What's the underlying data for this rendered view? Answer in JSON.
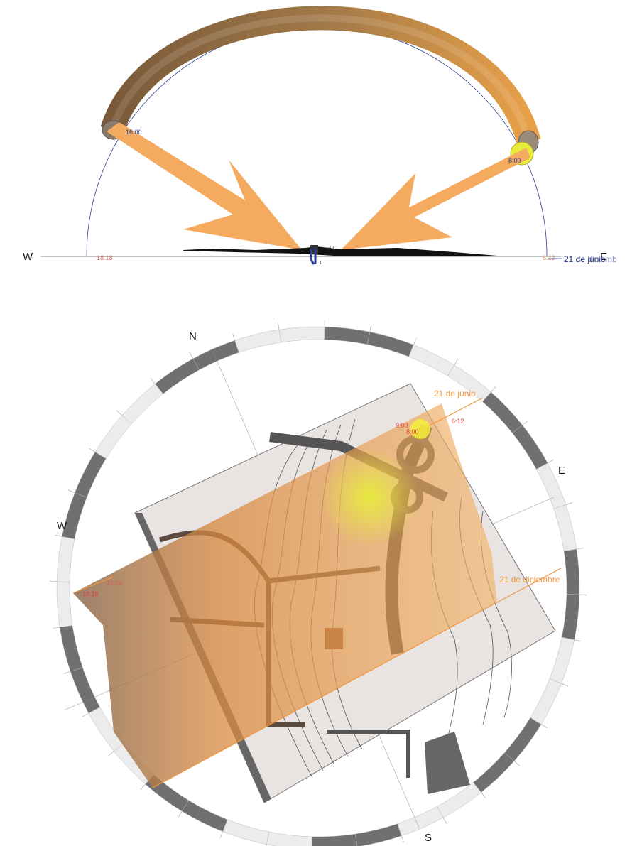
{
  "elevation": {
    "west_label": "W",
    "east_label": "E",
    "summer_afternoon": "16:00",
    "summer_morning": "8:00",
    "sunset_winter": "18:18",
    "sunrise_winter": "6:12",
    "legend_label": "21 de junio",
    "legend_label_overlap": "21 de diciemb",
    "level_marker": "Level 1",
    "level_marker_sub": "1"
  },
  "plan": {
    "north_label": "N",
    "east_label": "E",
    "south_label": "S",
    "west_label": "W",
    "june_label": "21 de junio",
    "december_label": "21 de diciembre",
    "june_morning_a": "9:00",
    "june_morning_b": "8:00",
    "june_sunrise": "6:12",
    "west_sunset": "18:18",
    "west_afternoon": "16:00"
  },
  "colors": {
    "sun_band": "#f4a94e",
    "sun_yellow": "#f5f03a",
    "ring_dark": "#707070",
    "ring_light": "#ececec",
    "horizon_blue": "#2b3d8f",
    "time_red": "#e04040"
  }
}
